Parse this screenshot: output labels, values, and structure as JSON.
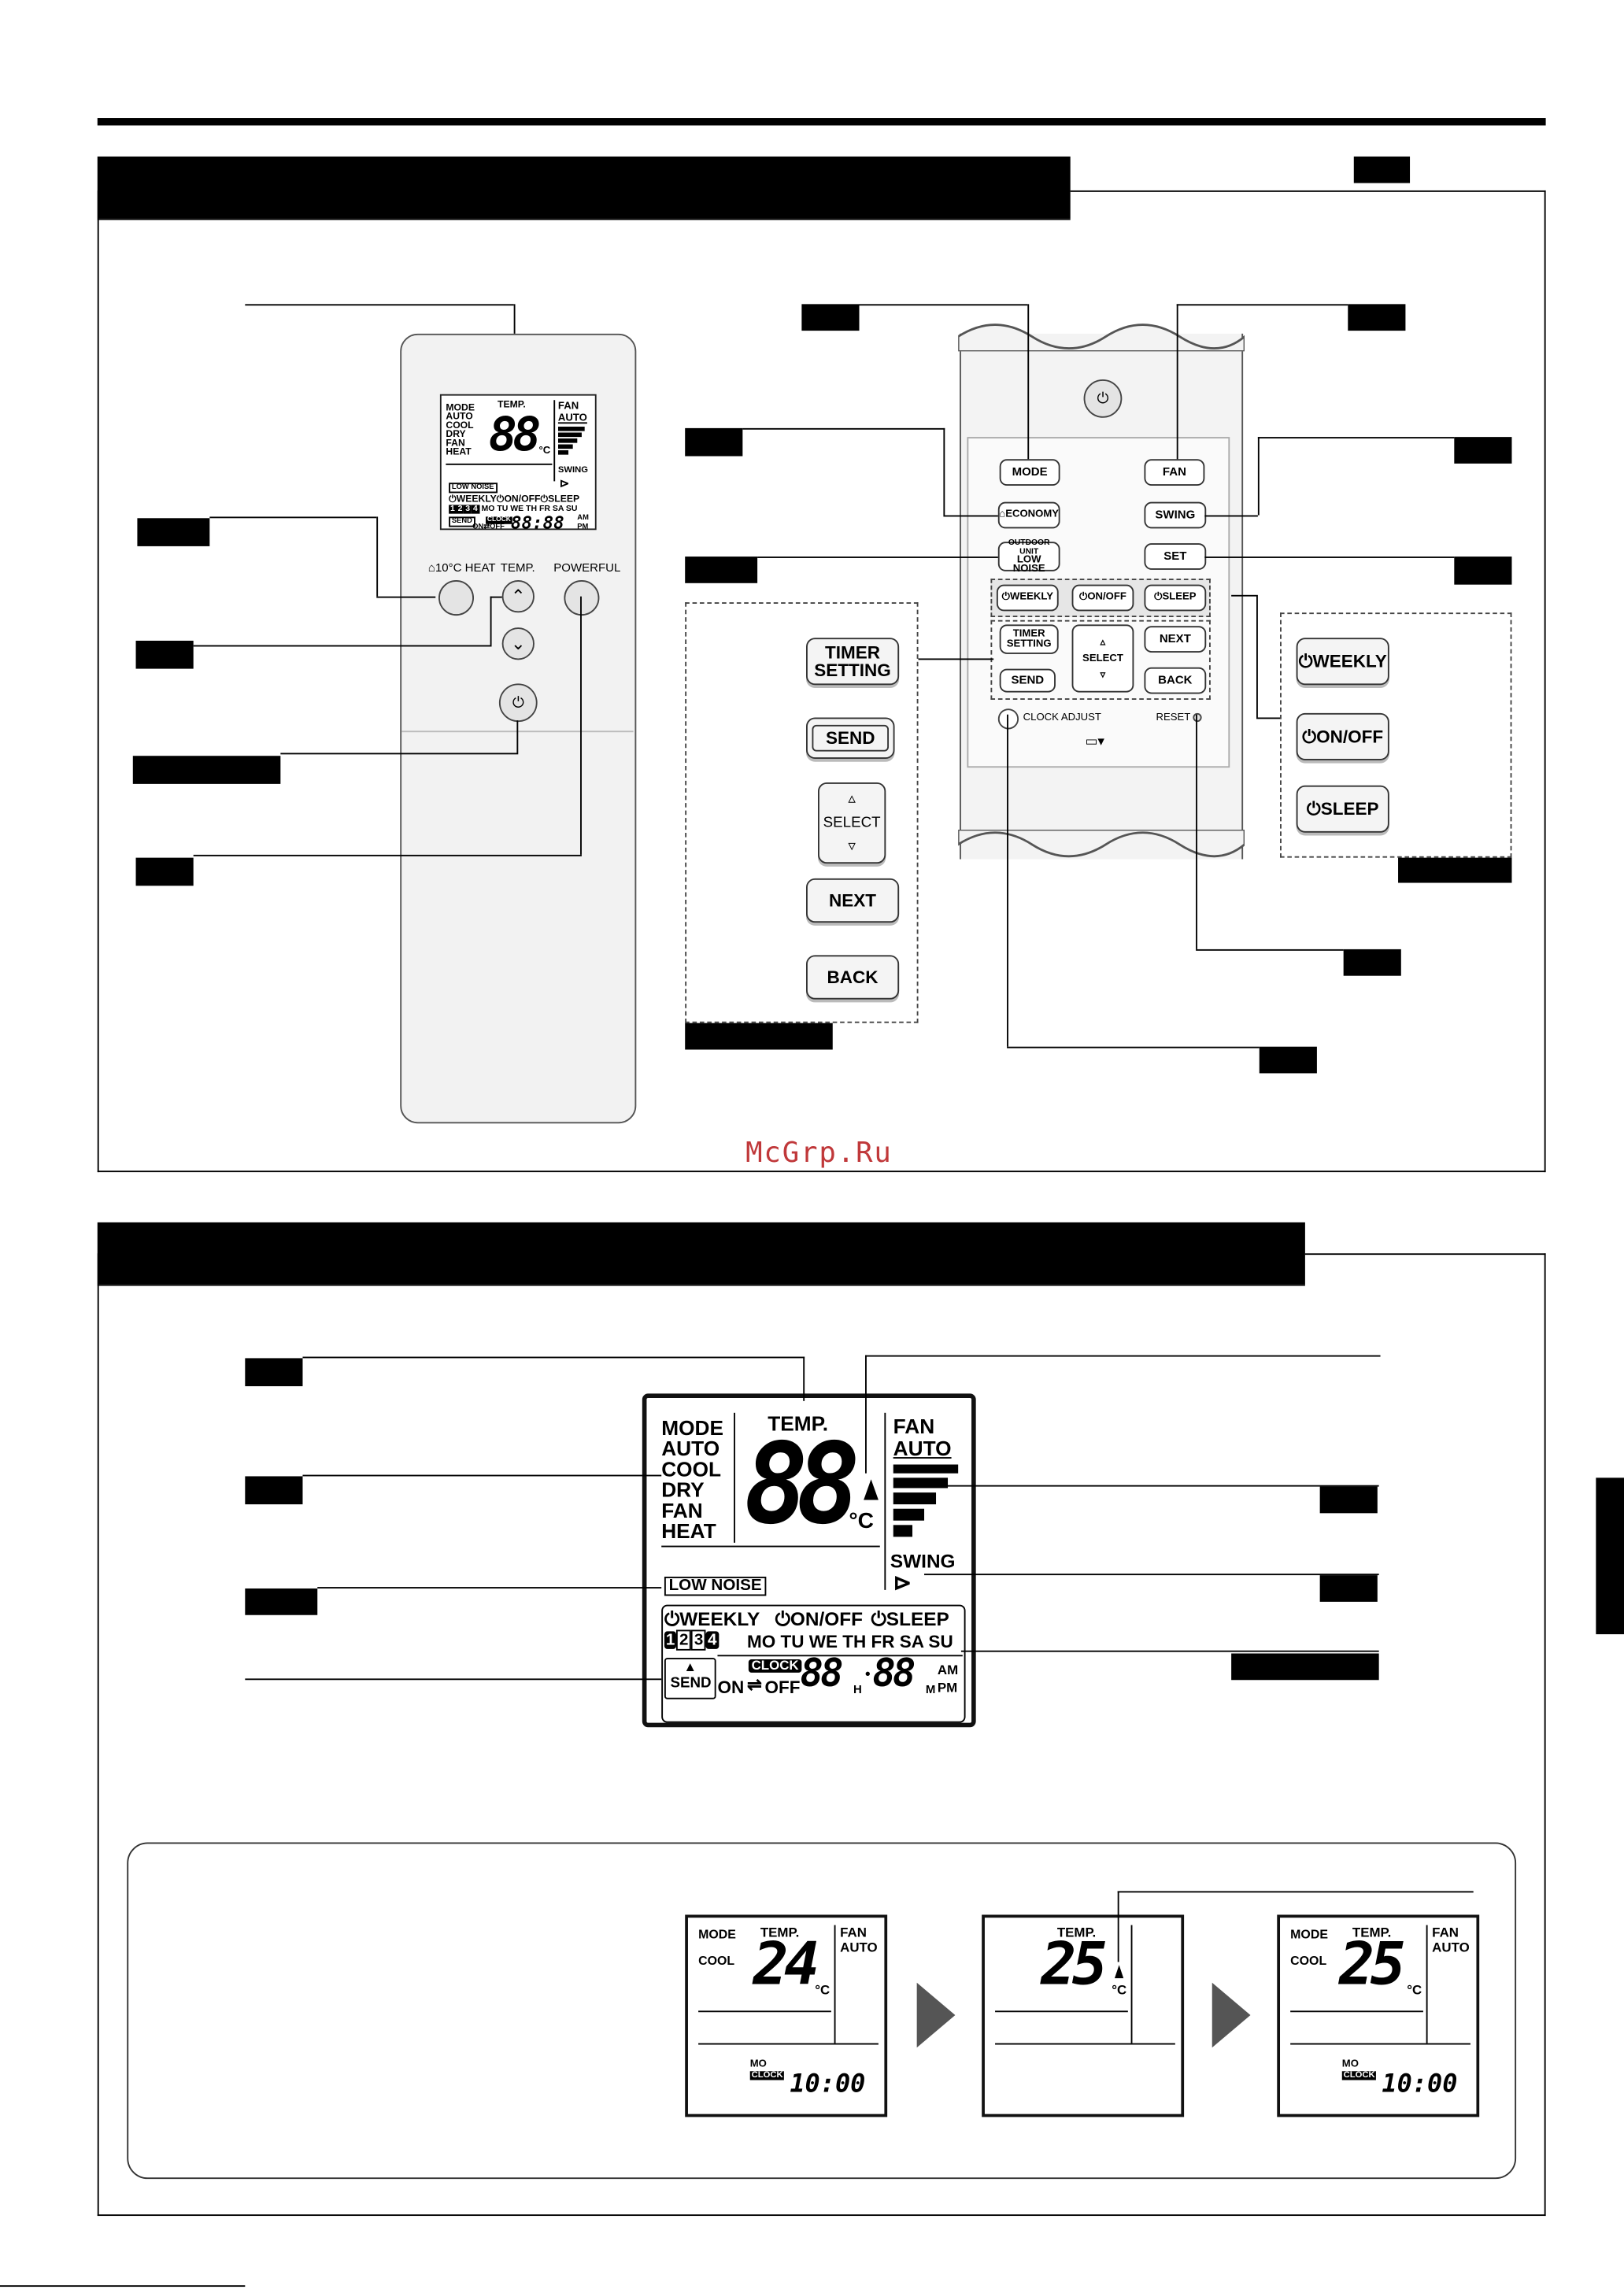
{
  "watermark": "McGrp.Ru",
  "remote_front": {
    "lcd": {
      "mode_label": "MODE",
      "temp_label": "TEMP.",
      "fan_label": "FAN",
      "modes": [
        "AUTO",
        "COOL",
        "DRY",
        "FAN",
        "HEAT"
      ],
      "temp_digits": "88",
      "unit": "°C",
      "fan_auto": "AUTO",
      "swing": "SWING",
      "low_noise": "LOW NOISE",
      "timer_line": "⏻WEEKLY⏻ON/OFF⏻SLEEP",
      "days": "MO TU WE TH FR SA SU",
      "program_numbers": [
        "1",
        "2",
        "3",
        "4"
      ],
      "send": "SEND",
      "clock": "CLOCK",
      "on_off": "ON⇄OFF",
      "time_digits": "88:88",
      "am": "AM",
      "pm": "PM"
    },
    "buttons": {
      "heat10": "⌂10°C HEAT",
      "temp": "TEMP.",
      "powerful": "POWERFUL",
      "up_icon": "chevron-up-icon",
      "down_icon": "chevron-down-icon",
      "power_icon": "power-icon"
    }
  },
  "remote_open": {
    "buttons": {
      "mode": "MODE",
      "fan": "FAN",
      "economy": "⌂ECONOMY",
      "swing": "SWING",
      "outdoor_top": "OUTDOOR UNIT",
      "outdoor_bottom": "LOW NOISE",
      "set": "SET",
      "weekly": "⏻WEEKLY",
      "on_off": "⏻ON/OFF",
      "sleep": "⏻SLEEP",
      "timer_setting_1": "TIMER",
      "timer_setting_2": "SETTING",
      "select": "SELECT",
      "next": "NEXT",
      "back": "BACK",
      "send": "SEND",
      "clock_adjust": "CLOCK ADJUST",
      "reset": "RESET"
    },
    "detail_timer": {
      "timer_1": "TIMER",
      "timer_2": "SETTING",
      "send": "SEND",
      "select": "SELECT",
      "next": "NEXT",
      "back": "BACK"
    },
    "detail_right": {
      "weekly": "⏻WEEKLY",
      "on_off": "⏻ON/OFF",
      "sleep": "⏻SLEEP"
    }
  },
  "display_section": {
    "mode_label": "MODE",
    "temp_label": "TEMP.",
    "fan_label": "FAN",
    "modes": [
      "AUTO",
      "COOL",
      "DRY",
      "FAN",
      "HEAT"
    ],
    "temp_digits": "88",
    "unit": "°C",
    "fan_auto": "AUTO",
    "swing": "SWING",
    "low_noise": "LOW NOISE",
    "weekly": "⏻WEEKLY",
    "on_off": "⏻ON/OFF",
    "sleep": "⏻SLEEP",
    "program_numbers": [
      "1",
      "2",
      "3",
      "4"
    ],
    "days": "MO TU WE TH FR SA SU",
    "send": "SEND",
    "clock": "CLOCK",
    "on": "ON",
    "off": "OFF",
    "hour_digits": "88",
    "h": "H",
    "min_digits": "88",
    "m": "M",
    "am": "AM",
    "pm": "PM"
  },
  "example": {
    "screen1": {
      "mode": "MODE",
      "temp_label": "TEMP.",
      "fan": "FAN",
      "fan_auto": "AUTO",
      "cool": "COOL",
      "temp": "24",
      "unit": "°C",
      "day": "MO",
      "clock": "CLOCK",
      "time": "10:00"
    },
    "screen2": {
      "temp_label": "TEMP.",
      "temp": "25",
      "unit": "°C"
    },
    "screen3": {
      "mode": "MODE",
      "temp_label": "TEMP.",
      "fan": "FAN",
      "fan_auto": "AUTO",
      "cool": "COOL",
      "temp": "25",
      "unit": "°C",
      "day": "MO",
      "clock": "CLOCK",
      "time": "10:00"
    }
  }
}
